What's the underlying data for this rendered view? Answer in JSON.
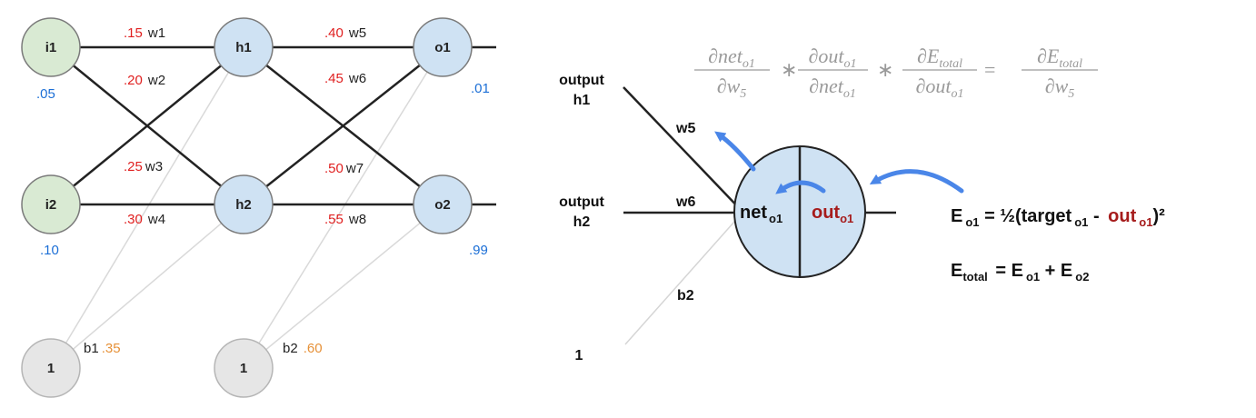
{
  "network": {
    "inputs": [
      {
        "label": "i1",
        "value": ".05"
      },
      {
        "label": "i2",
        "value": ".10"
      }
    ],
    "hidden": [
      {
        "label": "h1"
      },
      {
        "label": "h2"
      }
    ],
    "outputs": [
      {
        "label": "o1",
        "target": ".01"
      },
      {
        "label": "o2",
        "target": ".99"
      }
    ],
    "biases": [
      {
        "node_label": "1",
        "name": "b1",
        "value": ".35"
      },
      {
        "node_label": "1",
        "name": "b2",
        "value": ".60"
      }
    ],
    "weights": [
      {
        "name": "w1",
        "value": ".15"
      },
      {
        "name": "w2",
        "value": ".20"
      },
      {
        "name": "w3",
        "value": ".25"
      },
      {
        "name": "w4",
        "value": ".30"
      },
      {
        "name": "w5",
        "value": ".40"
      },
      {
        "name": "w6",
        "value": ".45"
      },
      {
        "name": "w7",
        "value": ".50"
      },
      {
        "name": "w8",
        "value": ".55"
      }
    ]
  },
  "detail": {
    "inputs": [
      {
        "line1": "output",
        "line2": "h1"
      },
      {
        "line1": "output",
        "line2": "h2"
      },
      {
        "line1": "1"
      }
    ],
    "edge_labels": {
      "w5": "w5",
      "w6": "w6",
      "b2": "b2"
    },
    "node_net": {
      "base": "net",
      "sub": "o1"
    },
    "node_out": {
      "base": "out",
      "sub": "o1"
    }
  },
  "formula": {
    "f1_num": "∂net",
    "f1_num_sub": "o1",
    "f1_den": "∂w",
    "f1_den_sub": "5",
    "op1": "∗",
    "f2_num": "∂out",
    "f2_num_sub": "o1",
    "f2_den": "∂net",
    "f2_den_sub": "o1",
    "op2": "∗",
    "f3_num": "∂E",
    "f3_num_sub": "total",
    "f3_den": "∂out",
    "f3_den_sub": "o1",
    "eq": "=",
    "f4_num": "∂E",
    "f4_num_sub": "total",
    "f4_den": "∂w",
    "f4_den_sub": "5"
  },
  "equations": {
    "eo1": {
      "E": "E",
      "sub": "o1",
      "mid": " = ½(target",
      "target_sub": "o1",
      "minus": " - ",
      "out": "out",
      "out_sub": "o1",
      "close": ")²"
    },
    "etotal": {
      "E": "E",
      "sub": "total",
      "mid": " = E",
      "sub1": "o1",
      "plus": " + E",
      "sub2": "o2"
    }
  },
  "colors": {
    "input_fill": "#d9ead3",
    "hidden_fill": "#cfe2f3",
    "bias_fill": "#e6e6e6",
    "weight_red": "#e02020",
    "blue_value": "#1c6fd6",
    "bias_orange": "#e69138",
    "dark_red": "#a61c1c",
    "arrow_blue": "#4a86e8"
  }
}
